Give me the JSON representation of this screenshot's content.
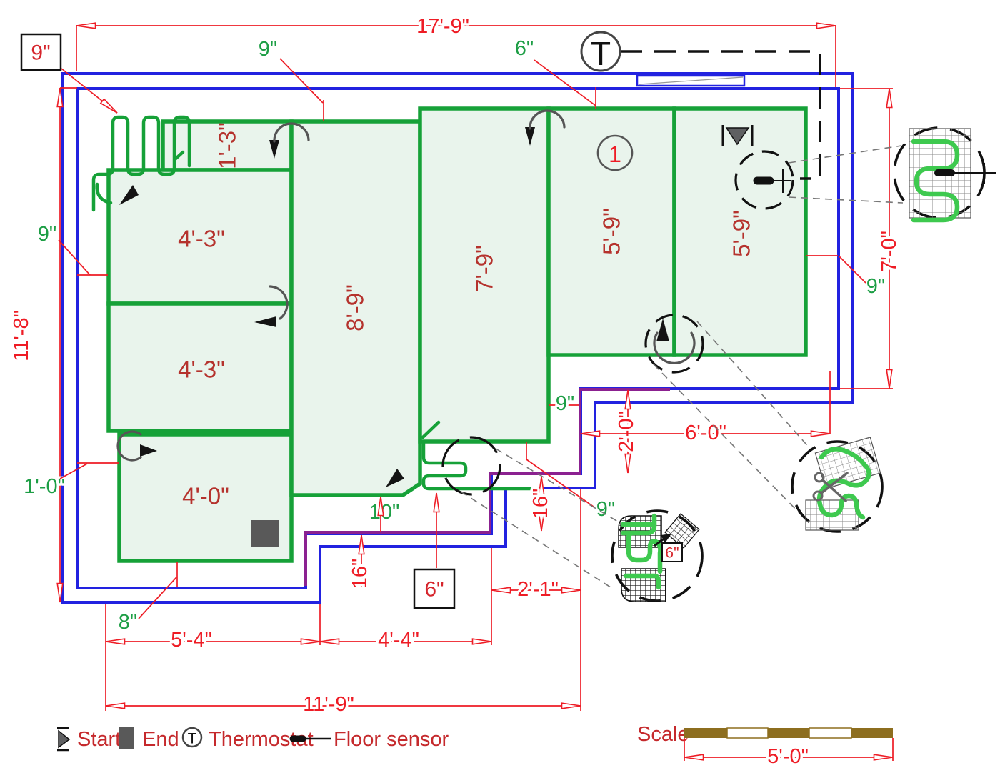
{
  "colors": {
    "wall_blue": "#2222e0",
    "mat_green": "#16a138",
    "mat_fill": "#e9f4ec",
    "dim_red": "#ee1c25",
    "label_maroon": "#b5322d",
    "offset_green": "#1d9e45",
    "lead_purple": "#8b2190",
    "scale_brown": "#8d6e1f"
  },
  "mats": [
    {
      "label": "1'-3\""
    },
    {
      "label": "4'-3\""
    },
    {
      "label": "4'-3\""
    },
    {
      "label": "4'-0\""
    },
    {
      "label": "8'-9\""
    },
    {
      "label": "7'-9\""
    },
    {
      "label": "5'-9\""
    },
    {
      "label": "5'-9\""
    }
  ],
  "dims": {
    "total_width": "17'-9\"",
    "total_height": "11'-8\"",
    "right_height": "7'-0\"",
    "notch_height": "2'-0\"",
    "notch_width": "6'-0\"",
    "step_width": "2'-1\"",
    "step_height_upper": "16\"",
    "step_height_lower": "16\"",
    "bottom_left": "5'-4\"",
    "bottom_mid": "4'-4\"",
    "bottom_total": "11'-9\"",
    "scale_length": "5'-0\""
  },
  "offsets": {
    "boxed_cable": "9\"",
    "top_left": "9\"",
    "top_right": "6\"",
    "left_upper": "9\"",
    "left_lower": "1'-0\"",
    "bottom": "8\"",
    "mat_gap": "10\"",
    "boxed_sensor": "6\"",
    "step_right": "9\"",
    "step_lower": "9\"",
    "right_side": "9\"",
    "detail_spacing": "6\""
  },
  "callouts": {
    "zone": "1",
    "thermostat": "T"
  },
  "legend": {
    "scale_title": "Scale",
    "start": "Start",
    "end": "End",
    "thermostat": "Thermostat",
    "thermostat_symbol": "T",
    "floor_sensor": "Floor sensor"
  }
}
